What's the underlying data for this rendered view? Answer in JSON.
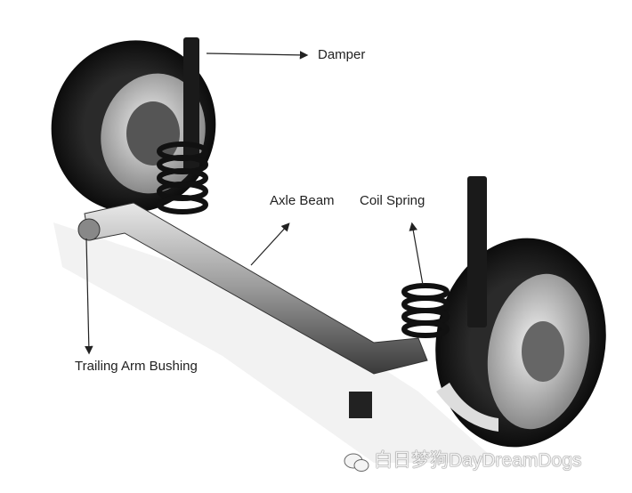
{
  "labels": {
    "damper": "Damper",
    "axle_beam": "Axle Beam",
    "coil_spring": "Coil Spring",
    "trailing_arm_bushing": "Trailing Arm Bushing"
  },
  "watermark": "白日梦狗DayDreamDogs",
  "icons": {
    "watermark": "wechat-icon"
  }
}
